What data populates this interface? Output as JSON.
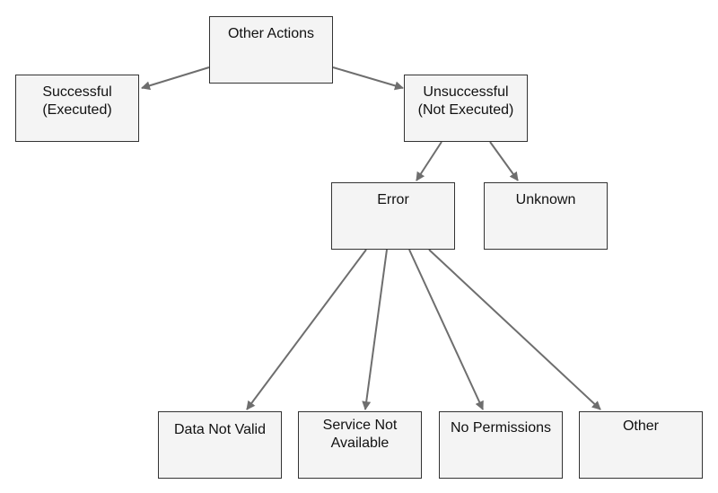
{
  "nodes": {
    "other_actions": {
      "lines": [
        "Other Actions"
      ]
    },
    "successful": {
      "lines": [
        "Successful",
        "(Executed)"
      ]
    },
    "unsuccessful": {
      "lines": [
        "Unsuccessful",
        "(Not Executed)"
      ]
    },
    "error": {
      "lines": [
        "Error"
      ]
    },
    "unknown": {
      "lines": [
        "Unknown"
      ]
    },
    "data_not_valid": {
      "lines": [
        "Data Not Valid"
      ]
    },
    "service_not_available": {
      "lines": [
        "Service Not",
        "Available"
      ]
    },
    "no_permissions": {
      "lines": [
        "No Permissions"
      ]
    },
    "other": {
      "lines": [
        "Other"
      ]
    }
  },
  "edges": [
    {
      "from": "other_actions",
      "to": "successful"
    },
    {
      "from": "other_actions",
      "to": "unsuccessful"
    },
    {
      "from": "unsuccessful",
      "to": "error"
    },
    {
      "from": "unsuccessful",
      "to": "unknown"
    },
    {
      "from": "error",
      "to": "data_not_valid"
    },
    {
      "from": "error",
      "to": "service_not_available"
    },
    {
      "from": "error",
      "to": "no_permissions"
    },
    {
      "from": "error",
      "to": "other"
    }
  ],
  "colors": {
    "edge": "#6e6e6e",
    "node_fill": "#f4f4f4",
    "node_border": "#333333"
  }
}
